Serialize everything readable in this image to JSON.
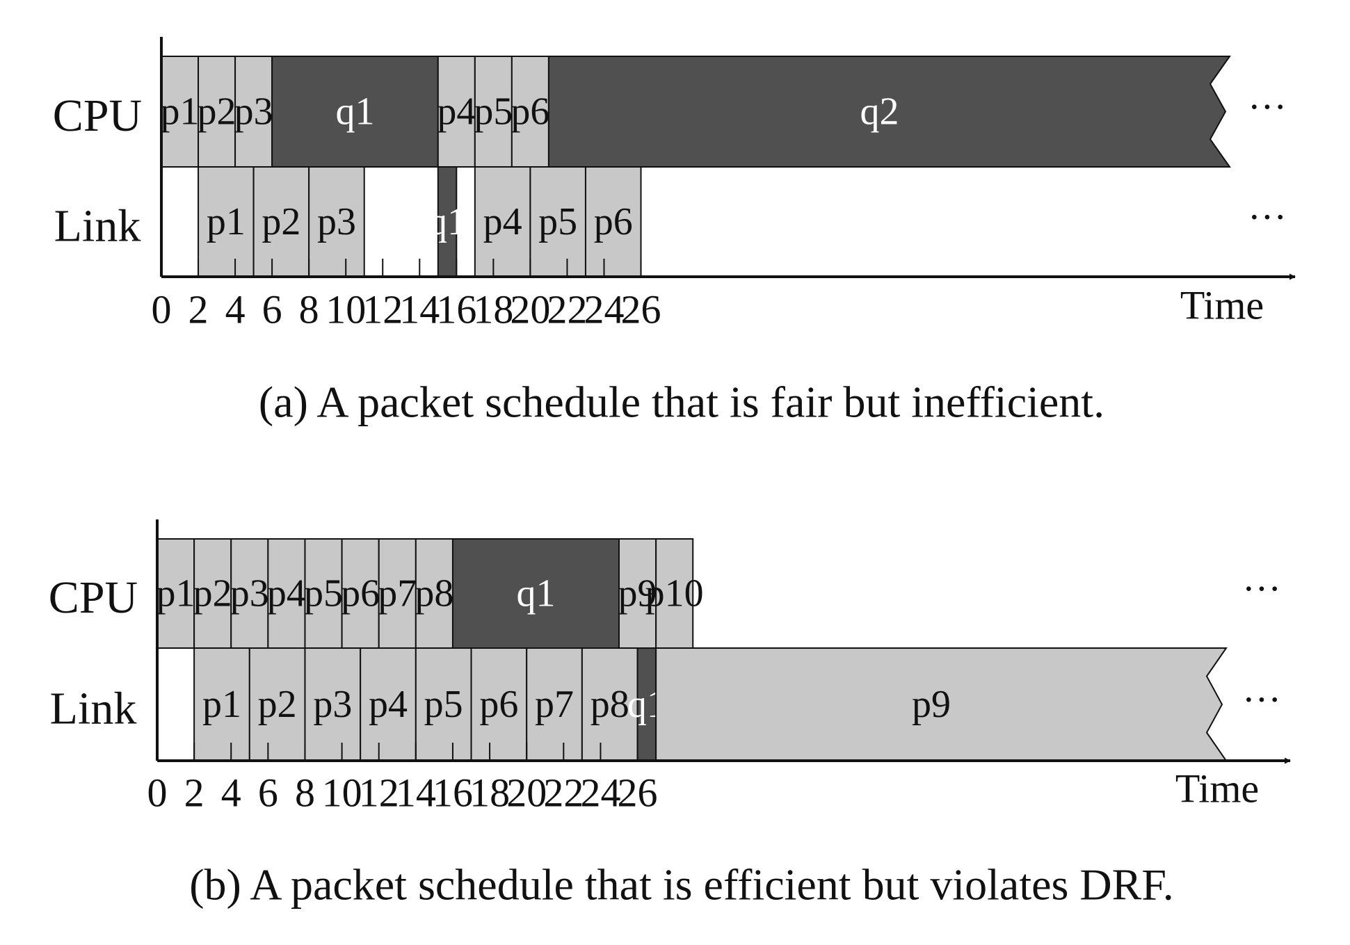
{
  "colors": {
    "light_block": "#c8c8c8",
    "dark_block": "#505050",
    "stroke": "#111111",
    "dark_text": "#ffffff",
    "light_text": "#111111"
  },
  "panels": [
    {
      "id": "a",
      "caption": "(a) A packet schedule that is fair but inefficient.",
      "row_labels": [
        "CPU",
        "Link"
      ],
      "x_label": "Time",
      "ticks": [
        "0",
        "2",
        "4",
        "6",
        "8",
        "10",
        "12",
        "14",
        "16",
        "18",
        "20",
        "22",
        "24",
        "26"
      ],
      "continuation": [
        "···",
        "···"
      ],
      "cpu": [
        {
          "label": "p1",
          "start": 0,
          "end": 2,
          "dark": false
        },
        {
          "label": "p2",
          "start": 2,
          "end": 4,
          "dark": false
        },
        {
          "label": "p3",
          "start": 4,
          "end": 6,
          "dark": false
        },
        {
          "label": "q1",
          "start": 6,
          "end": 15,
          "dark": true
        },
        {
          "label": "p4",
          "start": 15,
          "end": 17,
          "dark": false
        },
        {
          "label": "p5",
          "start": 17,
          "end": 19,
          "dark": false
        },
        {
          "label": "p6",
          "start": 19,
          "end": 21,
          "dark": false
        },
        {
          "label": "q2",
          "start": 21,
          "end": 29,
          "dark": true,
          "jagged": true
        }
      ],
      "link": [
        {
          "label": "p1",
          "start": 2,
          "end": 5,
          "dark": false
        },
        {
          "label": "p2",
          "start": 5,
          "end": 8,
          "dark": false
        },
        {
          "label": "p3",
          "start": 8,
          "end": 11,
          "dark": false
        },
        {
          "label": "q1",
          "start": 15,
          "end": 16,
          "dark": true
        },
        {
          "label": "p4",
          "start": 17,
          "end": 20,
          "dark": false
        },
        {
          "label": "p5",
          "start": 20,
          "end": 23,
          "dark": false
        },
        {
          "label": "p6",
          "start": 23,
          "end": 26,
          "dark": false
        }
      ]
    },
    {
      "id": "b",
      "caption": "(b) A packet schedule that is efficient but violates DRF.",
      "row_labels": [
        "CPU",
        "Link"
      ],
      "x_label": "Time",
      "ticks": [
        "0",
        "2",
        "4",
        "6",
        "8",
        "10",
        "12",
        "14",
        "16",
        "18",
        "20",
        "22",
        "24",
        "26"
      ],
      "continuation": [
        "···",
        "···"
      ],
      "cpu": [
        {
          "label": "p1",
          "start": 0,
          "end": 2,
          "dark": false
        },
        {
          "label": "p2",
          "start": 2,
          "end": 4,
          "dark": false
        },
        {
          "label": "p3",
          "start": 4,
          "end": 6,
          "dark": false
        },
        {
          "label": "p4",
          "start": 6,
          "end": 8,
          "dark": false
        },
        {
          "label": "p5",
          "start": 8,
          "end": 10,
          "dark": false
        },
        {
          "label": "p6",
          "start": 10,
          "end": 12,
          "dark": false
        },
        {
          "label": "p7",
          "start": 12,
          "end": 14,
          "dark": false
        },
        {
          "label": "p8",
          "start": 14,
          "end": 16,
          "dark": false
        },
        {
          "label": "q1",
          "start": 16,
          "end": 25,
          "dark": true
        },
        {
          "label": "p9",
          "start": 25,
          "end": 27,
          "dark": false
        },
        {
          "label": "p10",
          "start": 27,
          "end": 29,
          "dark": false
        }
      ],
      "link": [
        {
          "label": "p1",
          "start": 2,
          "end": 5,
          "dark": false
        },
        {
          "label": "p2",
          "start": 5,
          "end": 8,
          "dark": false
        },
        {
          "label": "p3",
          "start": 8,
          "end": 11,
          "dark": false
        },
        {
          "label": "p4",
          "start": 11,
          "end": 14,
          "dark": false
        },
        {
          "label": "p5",
          "start": 14,
          "end": 17,
          "dark": false
        },
        {
          "label": "p6",
          "start": 17,
          "end": 20,
          "dark": false
        },
        {
          "label": "p7",
          "start": 20,
          "end": 23,
          "dark": false
        },
        {
          "label": "p8",
          "start": 23,
          "end": 26,
          "dark": false
        },
        {
          "label": "q1",
          "start": 26,
          "end": 27,
          "dark": true
        },
        {
          "label": "p9",
          "start": 27,
          "end": 29,
          "dark": false,
          "jagged": true
        }
      ]
    }
  ]
}
